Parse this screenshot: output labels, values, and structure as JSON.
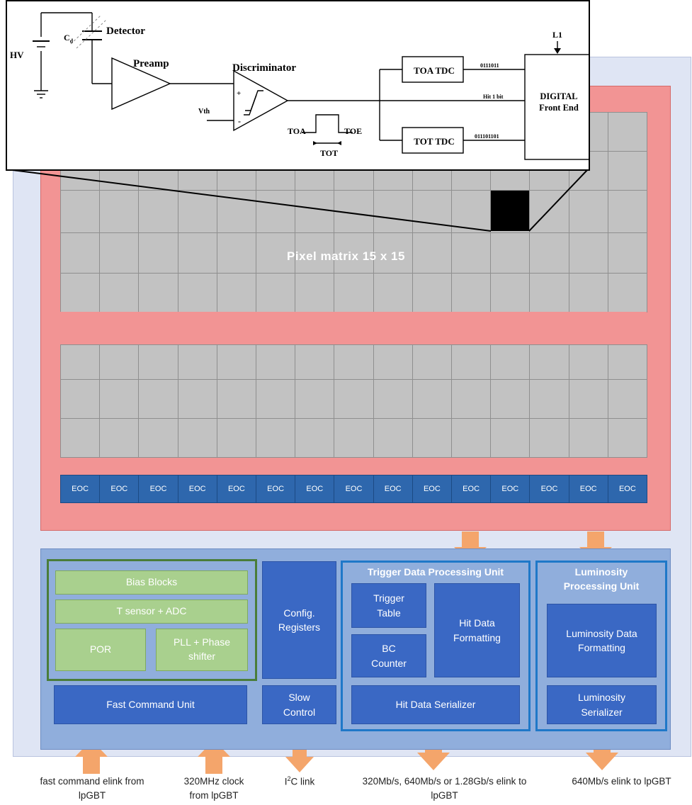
{
  "pixel_matrix": {
    "label": "Pixel matrix 15 x 15"
  },
  "eoc_cells": [
    "EOC",
    "EOC",
    "EOC",
    "EOC",
    "EOC",
    "EOC",
    "EOC",
    "EOC",
    "EOC",
    "EOC",
    "EOC",
    "EOC",
    "EOC",
    "EOC",
    "EOC"
  ],
  "periphery": {
    "bias_blocks": "Bias Blocks",
    "t_sensor": "T sensor + ADC",
    "por": "POR",
    "pll": "PLL + Phase shifter",
    "config_registers": "Config. Registers",
    "fast_command": "Fast Command Unit",
    "slow_control": "Slow Control",
    "trigger_unit_title": "Trigger Data Processing Unit",
    "trigger_table": "Trigger Table",
    "bc_counter": "BC Counter",
    "hit_formatting": "Hit Data Formatting",
    "hit_serializer": "Hit Data Serializer",
    "lumi_unit_title": "Luminosity Processing Unit",
    "lumi_formatting": "Luminosity Data Formatting",
    "lumi_serializer": "Luminosity Serializer"
  },
  "bottom_labels": {
    "fast_command": "fast command elink from lpGBT",
    "clock": "320MHz clock from lpGBT",
    "i2c_pre": "I",
    "i2c_sup": "2",
    "i2c_post": "C link",
    "hit_elink": "320Mb/s, 640Mb/s or 1.28Gb/s elink to lpGBT",
    "lumi_elink": "640Mb/s elink to lpGBT"
  },
  "schematic": {
    "hv": "HV",
    "cd": "C",
    "cd_sub": "d",
    "detector": "Detector",
    "preamp": "Preamp",
    "discriminator": "Discriminator",
    "vth": "Vth",
    "plus": "+",
    "minus": "-",
    "toa": "TOA",
    "toe": "TOE",
    "tot": "TOT",
    "toa_tdc": "TOA TDC",
    "tot_tdc": "TOT TDC",
    "toa_bits": "0111011",
    "hit_bit": "Hit 1 bit",
    "tot_bits": "011101101",
    "digital_fe": "DIGITAL Front End",
    "l1": "L1"
  },
  "colors": {
    "pixel_region": "#f29494",
    "cell": "#c2c2c2",
    "eoc": "#2e67ad",
    "block": "#3a68c4",
    "green": "#a9d08e",
    "arrow": "#f4a56b"
  }
}
